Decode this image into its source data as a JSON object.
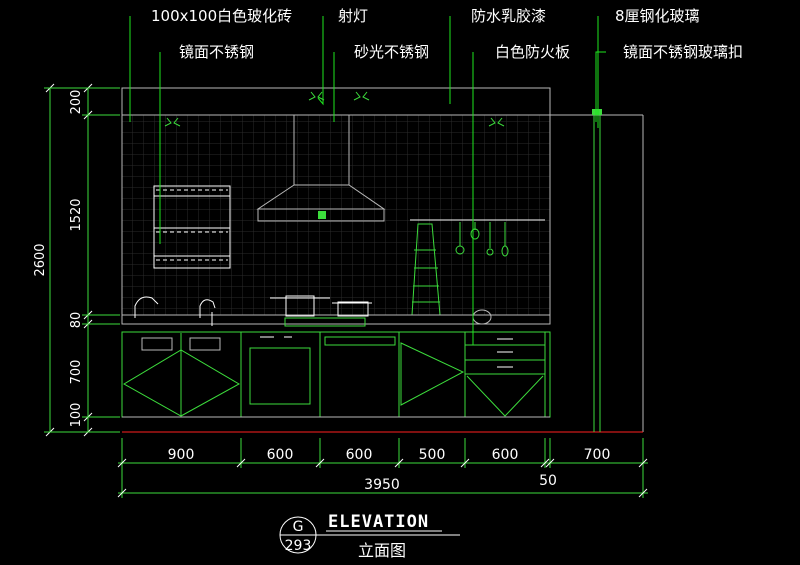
{
  "annotations": {
    "tile": "100x100白色玻化砖",
    "spotlight": "射灯",
    "paint": "防水乳胶漆",
    "glass": "8厘钢化玻璃",
    "mirror_steel": "镜面不锈钢",
    "satin_steel": "砂光不锈钢",
    "fireboard": "白色防火板",
    "glass_clip": "镜面不锈钢玻璃扣"
  },
  "dimensions": {
    "horizontal": [
      "900",
      "600",
      "600",
      "500",
      "600",
      "700"
    ],
    "total": "3950",
    "gap": "50",
    "vertical": [
      "200",
      "1520",
      "80",
      "700",
      "100"
    ],
    "height_total": "2600"
  },
  "title": {
    "heading": "ELEVATION",
    "subtitle": "立面图",
    "symbol_letter": "G",
    "symbol_number": "293"
  },
  "colors": {
    "background": "#000000",
    "linework": "#3cdc3c",
    "outline": "#b8b8b8",
    "text": "#ffffff",
    "floor": "#ff2020"
  }
}
